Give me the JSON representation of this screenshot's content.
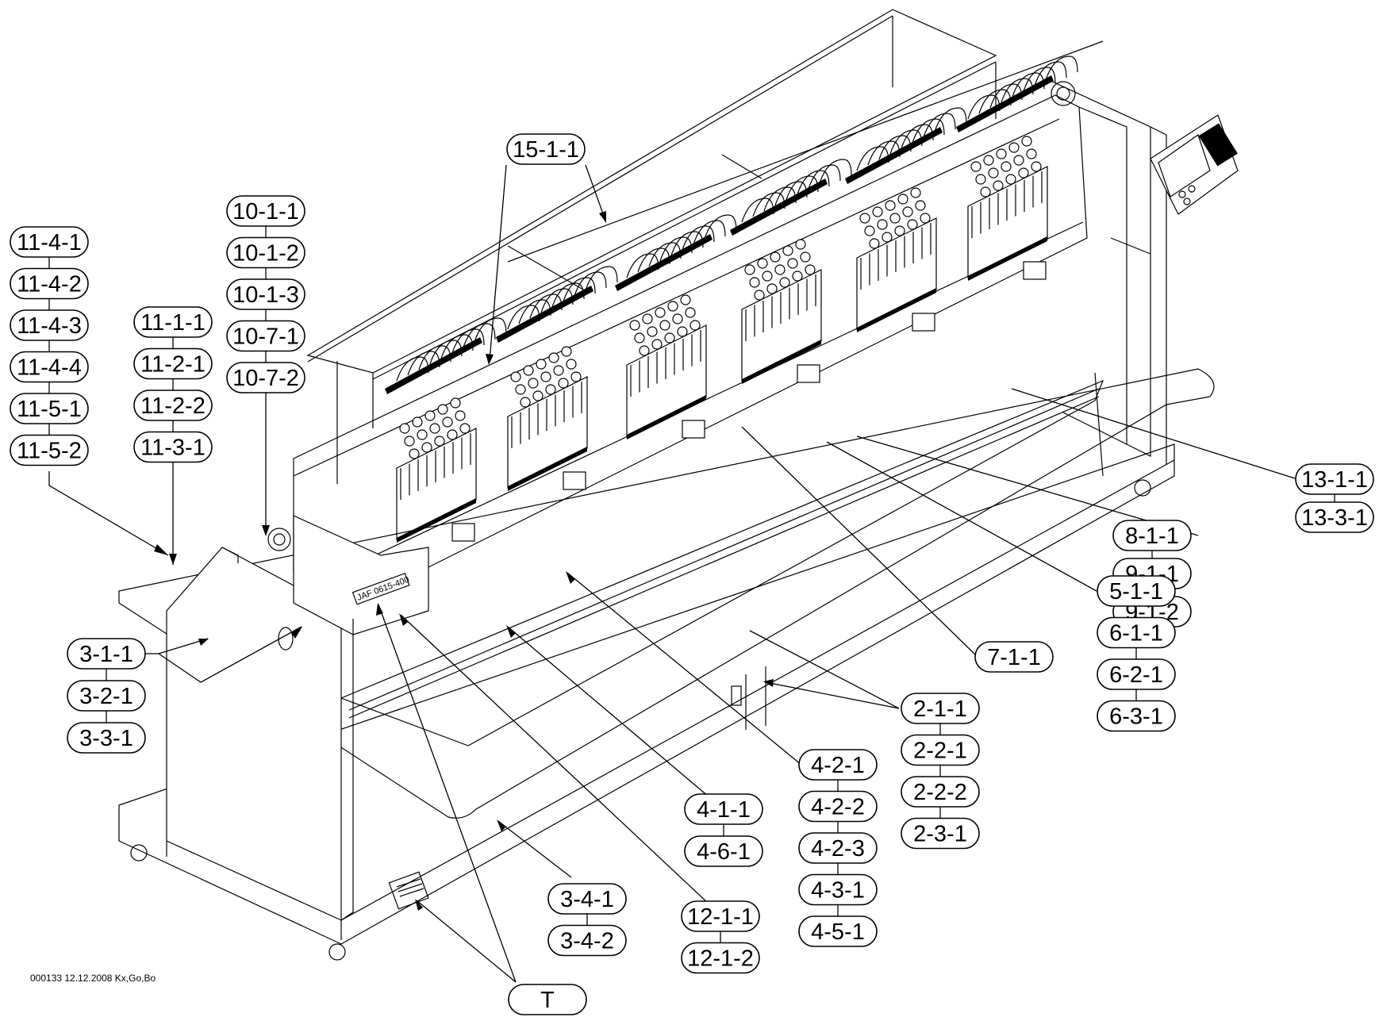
{
  "callout_groups": [
    {
      "id": "g11-4",
      "labels": [
        "11-4-1",
        "11-4-2",
        "11-4-3",
        "11-4-4",
        "11-5-1",
        "11-5-2"
      ]
    },
    {
      "id": "g11-1",
      "labels": [
        "11-1-1",
        "11-2-1",
        "11-2-2",
        "11-3-1"
      ]
    },
    {
      "id": "g10",
      "labels": [
        "10-1-1",
        "10-1-2",
        "10-1-3",
        "10-7-1",
        "10-7-2"
      ]
    },
    {
      "id": "g15",
      "labels": [
        "15-1-1"
      ]
    },
    {
      "id": "g3-1",
      "labels": [
        "3-1-1",
        "3-2-1",
        "3-3-1"
      ]
    },
    {
      "id": "g13",
      "labels": [
        "13-1-1",
        "13-3-1"
      ]
    },
    {
      "id": "g8",
      "labels": [
        "8-1-1",
        "9-1-1",
        "9-1-2"
      ]
    },
    {
      "id": "g5",
      "labels": [
        "5-1-1",
        "6-1-1",
        "6-2-1",
        "6-3-1"
      ]
    },
    {
      "id": "g7",
      "labels": [
        "7-1-1"
      ]
    },
    {
      "id": "g2",
      "labels": [
        "2-1-1",
        "2-2-1",
        "2-2-2",
        "2-3-1"
      ]
    },
    {
      "id": "g4-2",
      "labels": [
        "4-2-1",
        "4-2-2",
        "4-2-3",
        "4-3-1",
        "4-5-1"
      ]
    },
    {
      "id": "g4-1",
      "labels": [
        "4-1-1",
        "4-6-1"
      ]
    },
    {
      "id": "g3-4",
      "labels": [
        "3-4-1",
        "3-4-2"
      ]
    },
    {
      "id": "g12",
      "labels": [
        "12-1-1",
        "12-1-2"
      ]
    },
    {
      "id": "gT",
      "labels": [
        "T"
      ]
    }
  ],
  "machine_badge": "JAF 0615-400",
  "footer": "000133  12.12.2008 Kx,Go,Bo"
}
